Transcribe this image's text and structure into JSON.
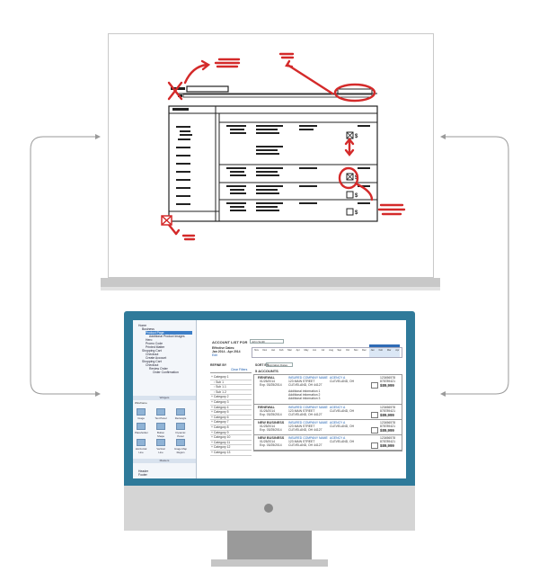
{
  "screen": {
    "tree": [
      "Home",
      "Business",
      "Product Page",
      "Additional Product Images",
      "Hero",
      "Promo Code",
      "Printed Matter",
      "Shopping Cart",
      "Checkout",
      "Create Account",
      "Shopping Cart",
      "Checkout",
      "Review Order",
      "Order Confirmation"
    ],
    "widgets_header": "Widgets",
    "widgets_filter": "Wireframe",
    "widgets": [
      "Image",
      "Text Panel",
      "Rectangle",
      "Placeholder",
      "Button Shape",
      "Dynamic Panel",
      "Horizontal Line",
      "Vertical Line",
      "Image Map Region"
    ],
    "masters_header": "Masters",
    "masters": [
      "Header",
      "Footer"
    ],
    "title": "ACCOUNT LIST FOR",
    "search_value": "John Smith",
    "effective_dates_label": "Effective Dates:",
    "effective_dates": "Jan 2014 - Apr 2014",
    "edit_label": "Edit",
    "refine_by": "REFINE BY",
    "clear_filters": "Clear Filters",
    "sort_by": "SORT BY",
    "sort_value": "Expiration Dates",
    "accounts_count": "5 ACCOUNTS",
    "months": [
      "Nov",
      "Dec",
      "Jan",
      "Feb",
      "Mar",
      "Apr",
      "May",
      "Jun",
      "Jul",
      "Aug",
      "Sep",
      "Oct",
      "Nov",
      "Dec",
      "Jan",
      "Feb",
      "Mar",
      "Apr"
    ],
    "categories": [
      "Category 1",
      "Sub 1",
      "Sub 1.1",
      "Sub 1.2",
      "Category 2",
      "Category 3",
      "Category 4",
      "Category 5",
      "Category 6",
      "Category 7",
      "Category 8",
      "Category 9",
      "Category 10",
      "Category 11",
      "Category 12",
      "Category 13"
    ],
    "accounts": [
      {
        "type": "RENEWAL",
        "date1": "01/25/2014",
        "date2": "Exp. 03/25/2014",
        "company": "INSURED COMPANY NAME",
        "street": "123 MAIN STREET",
        "city": "CLEVELAND, OH 44127",
        "agency": "AGENCY A",
        "agency_city": "CLEVELAND, OH",
        "num1": "123456578",
        "num2": "878789421",
        "price": "$89,999",
        "notes": [
          "Additional information 1",
          "Additional information 2",
          "Additional information 3"
        ]
      },
      {
        "type": "RENEWAL",
        "date1": "01/25/2014",
        "date2": "Exp. 03/25/2014",
        "company": "INSURED COMPANY NAME",
        "street": "123 MAIN STREET",
        "city": "CLEVELAND, OH 44127",
        "agency": "AGENCY A",
        "agency_city": "CLEVELAND, OH",
        "num1": "123456578",
        "num2": "878789421",
        "price": "$89,999",
        "notes": []
      },
      {
        "type": "NEW BUSINESS",
        "date1": "01/25/2014",
        "date2": "Exp. 03/25/2014",
        "company": "INSURED COMPANY NAME",
        "street": "123 MAIN STREET",
        "city": "CLEVELAND, OH 44127",
        "agency": "AGENCY A",
        "agency_city": "CLEVELAND, OH",
        "num1": "123456578",
        "num2": "878789421",
        "price": "$89,999",
        "notes": []
      },
      {
        "type": "NEW BUSINESS",
        "date1": "01/25/2014",
        "date2": "Exp. 03/25/2014",
        "company": "INSURED COMPANY NAME",
        "street": "123 MAIN STREET",
        "city": "CLEVELAND, OH 44127",
        "agency": "AGENCY A",
        "agency_city": "CLEVELAND, OH",
        "num1": "123456578",
        "num2": "878789421",
        "price": "$89,999",
        "notes": []
      }
    ]
  }
}
